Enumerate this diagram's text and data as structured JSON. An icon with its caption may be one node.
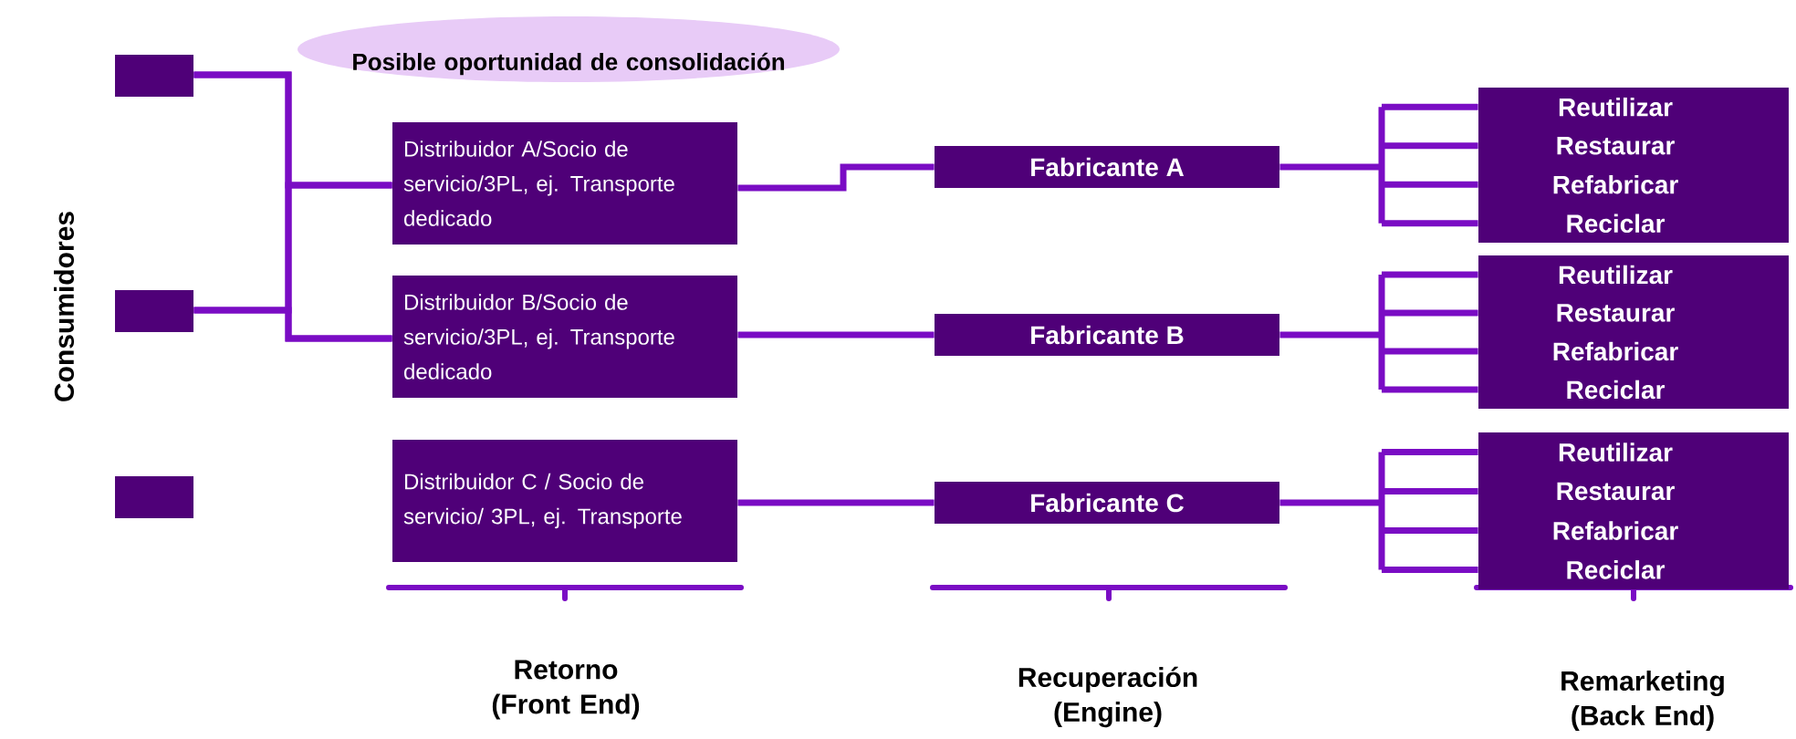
{
  "diagram": {
    "nodes": [
      {
        "text": [],
        "shape": "box"
      },
      {
        "text": [],
        "shape": "box"
      },
      {
        "text": [],
        "shape": "box"
      },
      {
        "text": [
          "Posible oportunidad de consolidación"
        ]
      },
      {
        "text": [
          "Distribuidor A/Socio de servicio/3PL, ej. Transporte dedicado"
        ]
      },
      {
        "text": [
          "Distribuidor B/Socio de servicio/3PL, ej. Transporte dedicado"
        ]
      },
      {
        "text": [
          "Distribuidor C / Socio de servicio/ 3PL, ej. Transporte"
        ]
      },
      {
        "text": [
          "Fabricante A"
        ]
      },
      {
        "text": [
          "Fabricante B"
        ]
      },
      {
        "text": [
          "Fabricante C"
        ]
      },
      {
        "text": [
          "Reutilizar",
          "Restaurar",
          "Refabricar",
          "Reciclar"
        ]
      },
      {
        "text": [
          "Reutilizar",
          "Restaurar",
          "Refabricar",
          "Reciclar"
        ]
      },
      {
        "text": [
          "Reutilizar",
          "Restaurar",
          "Refabricar",
          "Reciclar"
        ]
      }
    ],
    "edges": [
      {
        "from": 0,
        "to": 4,
        "arrow": "none"
      },
      {
        "from": 0,
        "to": 5,
        "arrow": "none"
      },
      {
        "from": 1,
        "to": 4,
        "arrow": "none"
      },
      {
        "from": 1,
        "to": 5,
        "arrow": "none"
      },
      {
        "from": 4,
        "to": 7,
        "arrow": "none"
      },
      {
        "from": 5,
        "to": 8,
        "arrow": "none"
      },
      {
        "from": 6,
        "to": 9,
        "arrow": "none"
      },
      {
        "from": 7,
        "to": 10,
        "arrow": "none"
      },
      {
        "from": 8,
        "to": 11,
        "arrow": "none"
      },
      {
        "from": 9,
        "to": 12,
        "arrow": "none"
      }
    ],
    "labels": [
      "Consumidores",
      "Retorno (Front End)",
      "Recuperación (Engine)",
      "Remarketing (Back End)"
    ]
  }
}
